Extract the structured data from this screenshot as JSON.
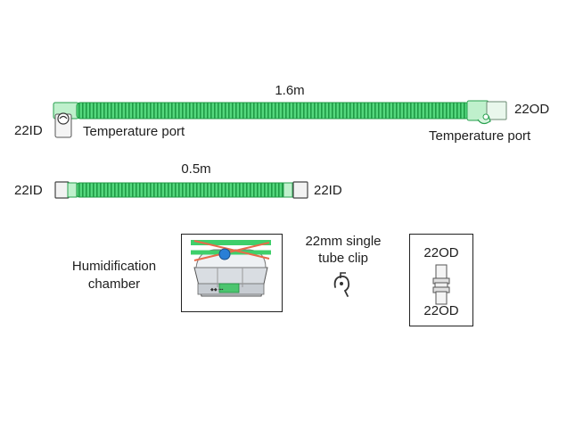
{
  "long_tube": {
    "length": "1.6m",
    "left_end": "22ID",
    "right_end": "22OD",
    "left_port": "Temperature port",
    "right_port": "Temperature port"
  },
  "short_tube": {
    "length": "0.5m",
    "left_end": "22ID",
    "right_end": "22ID"
  },
  "chamber": {
    "label_line1": "Humidification",
    "label_line2": "chamber"
  },
  "clip": {
    "label_line1": "22mm single",
    "label_line2": "tube clip"
  },
  "connector": {
    "top": "22OD",
    "bottom": "22OD"
  },
  "colors": {
    "tube_green": "#3fcf6a",
    "tube_rib": "#1f9a45",
    "outline": "#222222"
  }
}
